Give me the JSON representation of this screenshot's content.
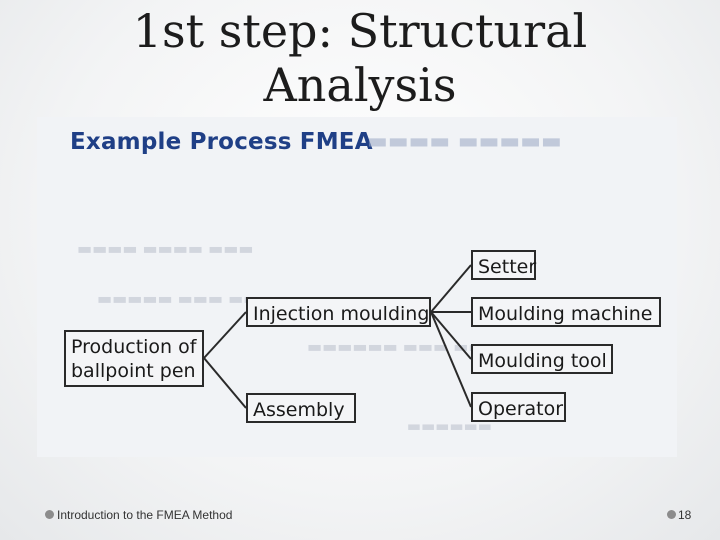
{
  "slide": {
    "title_line1": "1st step: Structural",
    "title_line2": "Analysis"
  },
  "figure": {
    "title": "Example Process FMEA",
    "root": {
      "line1": "Production of",
      "line2": "ballpoint pen"
    },
    "level2": [
      "Injection moulding",
      "Assembly"
    ],
    "level3": [
      "Setter",
      "Moulding machine",
      "Moulding tool",
      "Operator"
    ]
  },
  "footer": {
    "left_text": "Introduction to the FMEA Method",
    "page_number": "18"
  }
}
